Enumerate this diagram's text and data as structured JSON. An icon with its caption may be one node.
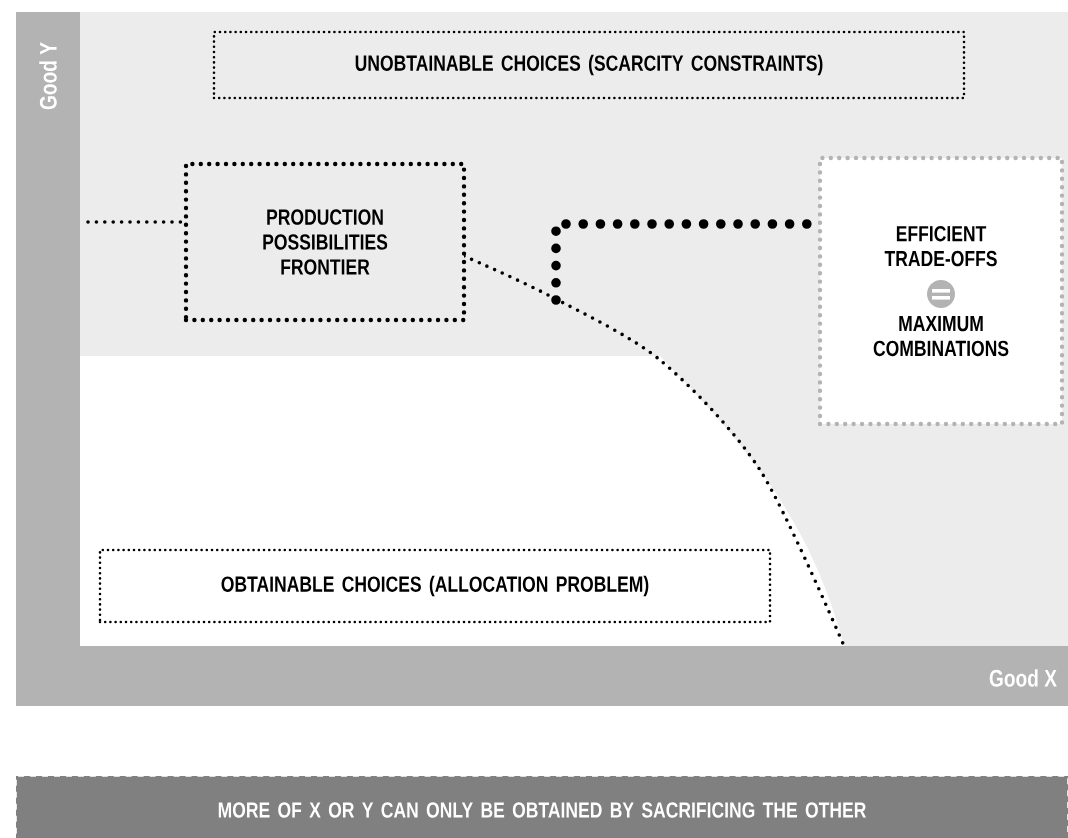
{
  "diagram": {
    "nodes": [
      {
        "text": [
          "UNOBTAINABLE CHOICES (SCARCITY CONSTRAINTS)"
        ]
      },
      {
        "text": [
          "PRODUCTION POSSIBILITIES FRONTIER"
        ]
      },
      {
        "text": [
          "EFFICIENT TRADE-OFFS",
          "MAXIMUM COMBINATIONS"
        ]
      },
      {
        "text": [
          "OBTAINABLE CHOICES (ALLOCATION PROBLEM)"
        ]
      },
      {
        "text": [
          "MORE OF X OR Y CAN ONLY BE OBTAINED BY SACRIFICING THE OTHER"
        ]
      }
    ],
    "edges": [
      {
        "from": null,
        "to": 1,
        "arrow": "none",
        "style": "dashed"
      },
      {
        "from": null,
        "to": 2,
        "arrow": "none",
        "style": "dashed"
      }
    ],
    "labels": [
      "Good Y",
      "Good X"
    ]
  }
}
